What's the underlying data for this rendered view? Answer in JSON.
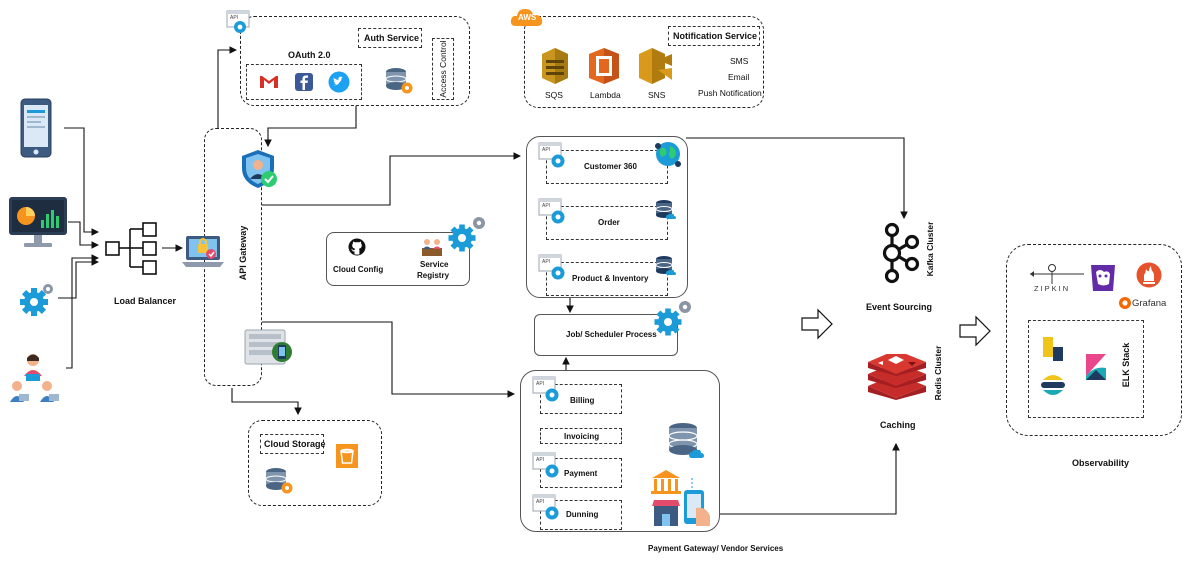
{
  "auth": {
    "title": "Auth Service",
    "oauth": "OAuth 2.0",
    "access_control": "Access Control"
  },
  "notification": {
    "aws_badge": "AWS",
    "title": "Notification Service",
    "services": [
      "SQS",
      "Lambda",
      "SNS"
    ],
    "channels": [
      "SMS",
      "Email",
      "Push Notification"
    ]
  },
  "load_balancer": "Load Balancer",
  "api_gateway": "API Gateway",
  "config": {
    "cloud_config": "Cloud Config",
    "service_registry_line1": "Service",
    "service_registry_line2": "Registry"
  },
  "cloud_storage": "Cloud Storage",
  "api_tag": "API",
  "core_services": [
    "Customer 360",
    "Order",
    "Product & Inventory"
  ],
  "scheduler": "Job/ Scheduler Process",
  "billing": {
    "items": [
      "Billing",
      "Invoicing",
      "Payment",
      "Dunning"
    ],
    "caption": "Payment Gateway/ Vendor Services"
  },
  "kafka": {
    "cluster": "Kafka Cluster",
    "label": "Event Sourcing"
  },
  "redis": {
    "cluster": "Redis Cluster",
    "label": "Caching"
  },
  "observability": {
    "zipkin": "ZIPKIN",
    "grafana": "Grafana",
    "elk": "ELK Stack",
    "label": "Observability"
  },
  "colors": {
    "accent_blue": "#1b9bd8",
    "aws_orange": "#f7941d",
    "sqs_gold": "#c8961e",
    "lambda_orange": "#e3681f",
    "sns_amber": "#d99a1c",
    "redis_red": "#c62d2a",
    "gmail_red": "#d93025",
    "facebook_blue": "#3b5998",
    "twitter_blue": "#1da1f2",
    "navy": "#1e3a5f"
  }
}
